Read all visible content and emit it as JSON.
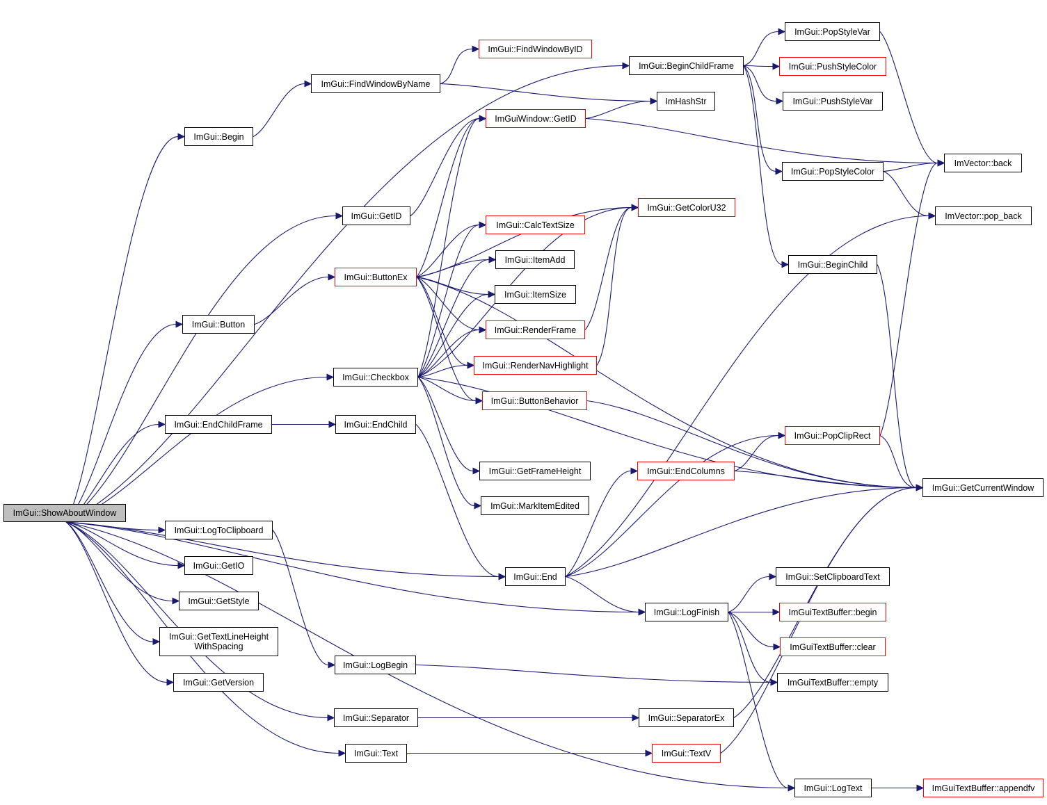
{
  "colors": {
    "edge": "#191970",
    "node_border": "#000000",
    "node_border_truncated": "#ff0000",
    "root_fill": "#bfbfbf"
  },
  "nodes": [
    {
      "id": "ShowAboutWindow",
      "label": "ImGui::ShowAboutWindow",
      "style": "root"
    },
    {
      "id": "Begin",
      "label": "ImGui::Begin",
      "style": "black"
    },
    {
      "id": "FindWindowByName",
      "label": "ImGui::FindWindowByName",
      "style": "black"
    },
    {
      "id": "FindWindowByID",
      "label": "ImGui::FindWindowByID",
      "style": "red"
    },
    {
      "id": "BeginChildFrame",
      "label": "ImGui::BeginChildFrame",
      "style": "black"
    },
    {
      "id": "PopStyleVar",
      "label": "ImGui::PopStyleVar",
      "style": "black"
    },
    {
      "id": "PushStyleColor",
      "label": "ImGui::PushStyleColor",
      "style": "red"
    },
    {
      "id": "PushStyleVar",
      "label": "ImGui::PushStyleVar",
      "style": "black"
    },
    {
      "id": "ImHashStr",
      "label": "ImHashStr",
      "style": "black"
    },
    {
      "id": "WindowGetID",
      "label": "ImGuiWindow::GetID",
      "style": "red"
    },
    {
      "id": "ImVectorBack",
      "label": "ImVector::back",
      "style": "black"
    },
    {
      "id": "PopStyleColor",
      "label": "ImGui::PopStyleColor",
      "style": "black"
    },
    {
      "id": "GetID",
      "label": "ImGui::GetID",
      "style": "black"
    },
    {
      "id": "GetColorU32",
      "label": "ImGui::GetColorU32",
      "style": "red"
    },
    {
      "id": "ImVectorPopBack",
      "label": "ImVector::pop_back",
      "style": "black"
    },
    {
      "id": "CalcTextSize",
      "label": "ImGui::CalcTextSize",
      "style": "red"
    },
    {
      "id": "ItemAdd",
      "label": "ImGui::ItemAdd",
      "style": "black"
    },
    {
      "id": "BeginChild",
      "label": "ImGui::BeginChild",
      "style": "black"
    },
    {
      "id": "ButtonEx",
      "label": "ImGui::ButtonEx",
      "style": "red"
    },
    {
      "id": "ItemSize",
      "label": "ImGui::ItemSize",
      "style": "black"
    },
    {
      "id": "Button",
      "label": "ImGui::Button",
      "style": "black"
    },
    {
      "id": "RenderFrame",
      "label": "ImGui::RenderFrame",
      "style": "red"
    },
    {
      "id": "RenderNavHighlight",
      "label": "ImGui::RenderNavHighlight",
      "style": "red"
    },
    {
      "id": "Checkbox",
      "label": "ImGui::Checkbox",
      "style": "black"
    },
    {
      "id": "ButtonBehavior",
      "label": "ImGui::ButtonBehavior",
      "style": "red"
    },
    {
      "id": "EndChildFrame",
      "label": "ImGui::EndChildFrame",
      "style": "black"
    },
    {
      "id": "EndChild",
      "label": "ImGui::EndChild",
      "style": "black"
    },
    {
      "id": "PopClipRect",
      "label": "ImGui::PopClipRect",
      "style": "red"
    },
    {
      "id": "GetFrameHeight",
      "label": "ImGui::GetFrameHeight",
      "style": "black"
    },
    {
      "id": "EndColumns",
      "label": "ImGui::EndColumns",
      "style": "red"
    },
    {
      "id": "GetCurrentWindow",
      "label": "ImGui::GetCurrentWindow",
      "style": "black"
    },
    {
      "id": "MarkItemEdited",
      "label": "ImGui::MarkItemEdited",
      "style": "black"
    },
    {
      "id": "LogToClipboard",
      "label": "ImGui::LogToClipboard",
      "style": "black"
    },
    {
      "id": "GetIO",
      "label": "ImGui::GetIO",
      "style": "black"
    },
    {
      "id": "End",
      "label": "ImGui::End",
      "style": "black"
    },
    {
      "id": "SetClipboardText",
      "label": "ImGui::SetClipboardText",
      "style": "black"
    },
    {
      "id": "GetStyle",
      "label": "ImGui::GetStyle",
      "style": "black"
    },
    {
      "id": "LogFinish",
      "label": "ImGui::LogFinish",
      "style": "black"
    },
    {
      "id": "TextBufferBegin",
      "label": "ImGuiTextBuffer::begin",
      "style": "red"
    },
    {
      "id": "GetTextLineHeightWithSpacing",
      "label": "ImGui::GetTextLineHeight\nWithSpacing",
      "style": "black"
    },
    {
      "id": "TextBufferClear",
      "label": "ImGuiTextBuffer::clear",
      "style": "red"
    },
    {
      "id": "LogBegin",
      "label": "ImGui::LogBegin",
      "style": "black"
    },
    {
      "id": "GetVersion",
      "label": "ImGui::GetVersion",
      "style": "black"
    },
    {
      "id": "TextBufferEmpty",
      "label": "ImGuiTextBuffer::empty",
      "style": "black"
    },
    {
      "id": "Separator",
      "label": "ImGui::Separator",
      "style": "black"
    },
    {
      "id": "SeparatorEx",
      "label": "ImGui::SeparatorEx",
      "style": "black"
    },
    {
      "id": "Text",
      "label": "ImGui::Text",
      "style": "black"
    },
    {
      "id": "TextV",
      "label": "ImGui::TextV",
      "style": "red"
    },
    {
      "id": "LogText",
      "label": "ImGui::LogText",
      "style": "black"
    },
    {
      "id": "TextBufferAppendfv",
      "label": "ImGuiTextBuffer::appendfv",
      "style": "red"
    }
  ],
  "edges": [
    [
      "ShowAboutWindow",
      "BeginChildFrame"
    ],
    [
      "ShowAboutWindow",
      "Begin"
    ],
    [
      "ShowAboutWindow",
      "GetID"
    ],
    [
      "ShowAboutWindow",
      "Button"
    ],
    [
      "ShowAboutWindow",
      "Checkbox"
    ],
    [
      "ShowAboutWindow",
      "EndChildFrame"
    ],
    [
      "ShowAboutWindow",
      "End"
    ],
    [
      "ShowAboutWindow",
      "LogFinish"
    ],
    [
      "ShowAboutWindow",
      "LogToClipboard"
    ],
    [
      "ShowAboutWindow",
      "GetIO"
    ],
    [
      "ShowAboutWindow",
      "GetStyle"
    ],
    [
      "ShowAboutWindow",
      "GetTextLineHeightWithSpacing"
    ],
    [
      "ShowAboutWindow",
      "GetVersion"
    ],
    [
      "ShowAboutWindow",
      "Separator"
    ],
    [
      "ShowAboutWindow",
      "Text"
    ],
    [
      "ShowAboutWindow",
      "LogText"
    ],
    [
      "Begin",
      "FindWindowByName"
    ],
    [
      "FindWindowByName",
      "FindWindowByID"
    ],
    [
      "FindWindowByName",
      "ImHashStr"
    ],
    [
      "BeginChildFrame",
      "PopStyleVar"
    ],
    [
      "BeginChildFrame",
      "PushStyleColor"
    ],
    [
      "BeginChildFrame",
      "PushStyleVar"
    ],
    [
      "BeginChildFrame",
      "PopStyleColor"
    ],
    [
      "BeginChildFrame",
      "BeginChild"
    ],
    [
      "PopStyleVar",
      "ImVectorBack"
    ],
    [
      "PopStyleColor",
      "ImVectorBack"
    ],
    [
      "PopStyleColor",
      "ImVectorPopBack"
    ],
    [
      "WindowGetID",
      "ImHashStr"
    ],
    [
      "WindowGetID",
      "ImVectorBack"
    ],
    [
      "GetID",
      "WindowGetID"
    ],
    [
      "Button",
      "ButtonEx"
    ],
    [
      "ButtonEx",
      "CalcTextSize"
    ],
    [
      "ButtonEx",
      "ItemAdd"
    ],
    [
      "ButtonEx",
      "ItemSize"
    ],
    [
      "ButtonEx",
      "RenderFrame"
    ],
    [
      "ButtonEx",
      "RenderNavHighlight"
    ],
    [
      "ButtonEx",
      "ButtonBehavior"
    ],
    [
      "ButtonEx",
      "WindowGetID"
    ],
    [
      "ButtonEx",
      "GetColorU32"
    ],
    [
      "ButtonEx",
      "GetCurrentWindow"
    ],
    [
      "Checkbox",
      "CalcTextSize"
    ],
    [
      "Checkbox",
      "ItemAdd"
    ],
    [
      "Checkbox",
      "ItemSize"
    ],
    [
      "Checkbox",
      "RenderFrame"
    ],
    [
      "Checkbox",
      "RenderNavHighlight"
    ],
    [
      "Checkbox",
      "ButtonBehavior"
    ],
    [
      "Checkbox",
      "WindowGetID"
    ],
    [
      "Checkbox",
      "GetColorU32"
    ],
    [
      "Checkbox",
      "GetFrameHeight"
    ],
    [
      "Checkbox",
      "MarkItemEdited"
    ],
    [
      "Checkbox",
      "GetCurrentWindow"
    ],
    [
      "RenderFrame",
      "GetColorU32"
    ],
    [
      "RenderNavHighlight",
      "GetColorU32"
    ],
    [
      "ButtonBehavior",
      "GetCurrentWindow"
    ],
    [
      "BeginChild",
      "GetCurrentWindow"
    ],
    [
      "EndChildFrame",
      "EndChild"
    ],
    [
      "EndChild",
      "End"
    ],
    [
      "End",
      "EndColumns"
    ],
    [
      "End",
      "PopClipRect"
    ],
    [
      "End",
      "ImVectorPopBack"
    ],
    [
      "End",
      "LogFinish"
    ],
    [
      "End",
      "GetCurrentWindow"
    ],
    [
      "EndColumns",
      "PopClipRect"
    ],
    [
      "EndColumns",
      "GetCurrentWindow"
    ],
    [
      "PopClipRect",
      "ImVectorBack"
    ],
    [
      "PopClipRect",
      "GetCurrentWindow"
    ],
    [
      "LogToClipboard",
      "LogBegin"
    ],
    [
      "LogFinish",
      "SetClipboardText"
    ],
    [
      "LogFinish",
      "TextBufferBegin"
    ],
    [
      "LogFinish",
      "TextBufferClear"
    ],
    [
      "LogFinish",
      "TextBufferEmpty"
    ],
    [
      "LogFinish",
      "LogText"
    ],
    [
      "LogBegin",
      "TextBufferEmpty"
    ],
    [
      "Separator",
      "SeparatorEx"
    ],
    [
      "SeparatorEx",
      "GetCurrentWindow"
    ],
    [
      "Text",
      "TextV"
    ],
    [
      "TextV",
      "GetCurrentWindow"
    ],
    [
      "LogText",
      "TextBufferAppendfv"
    ]
  ]
}
